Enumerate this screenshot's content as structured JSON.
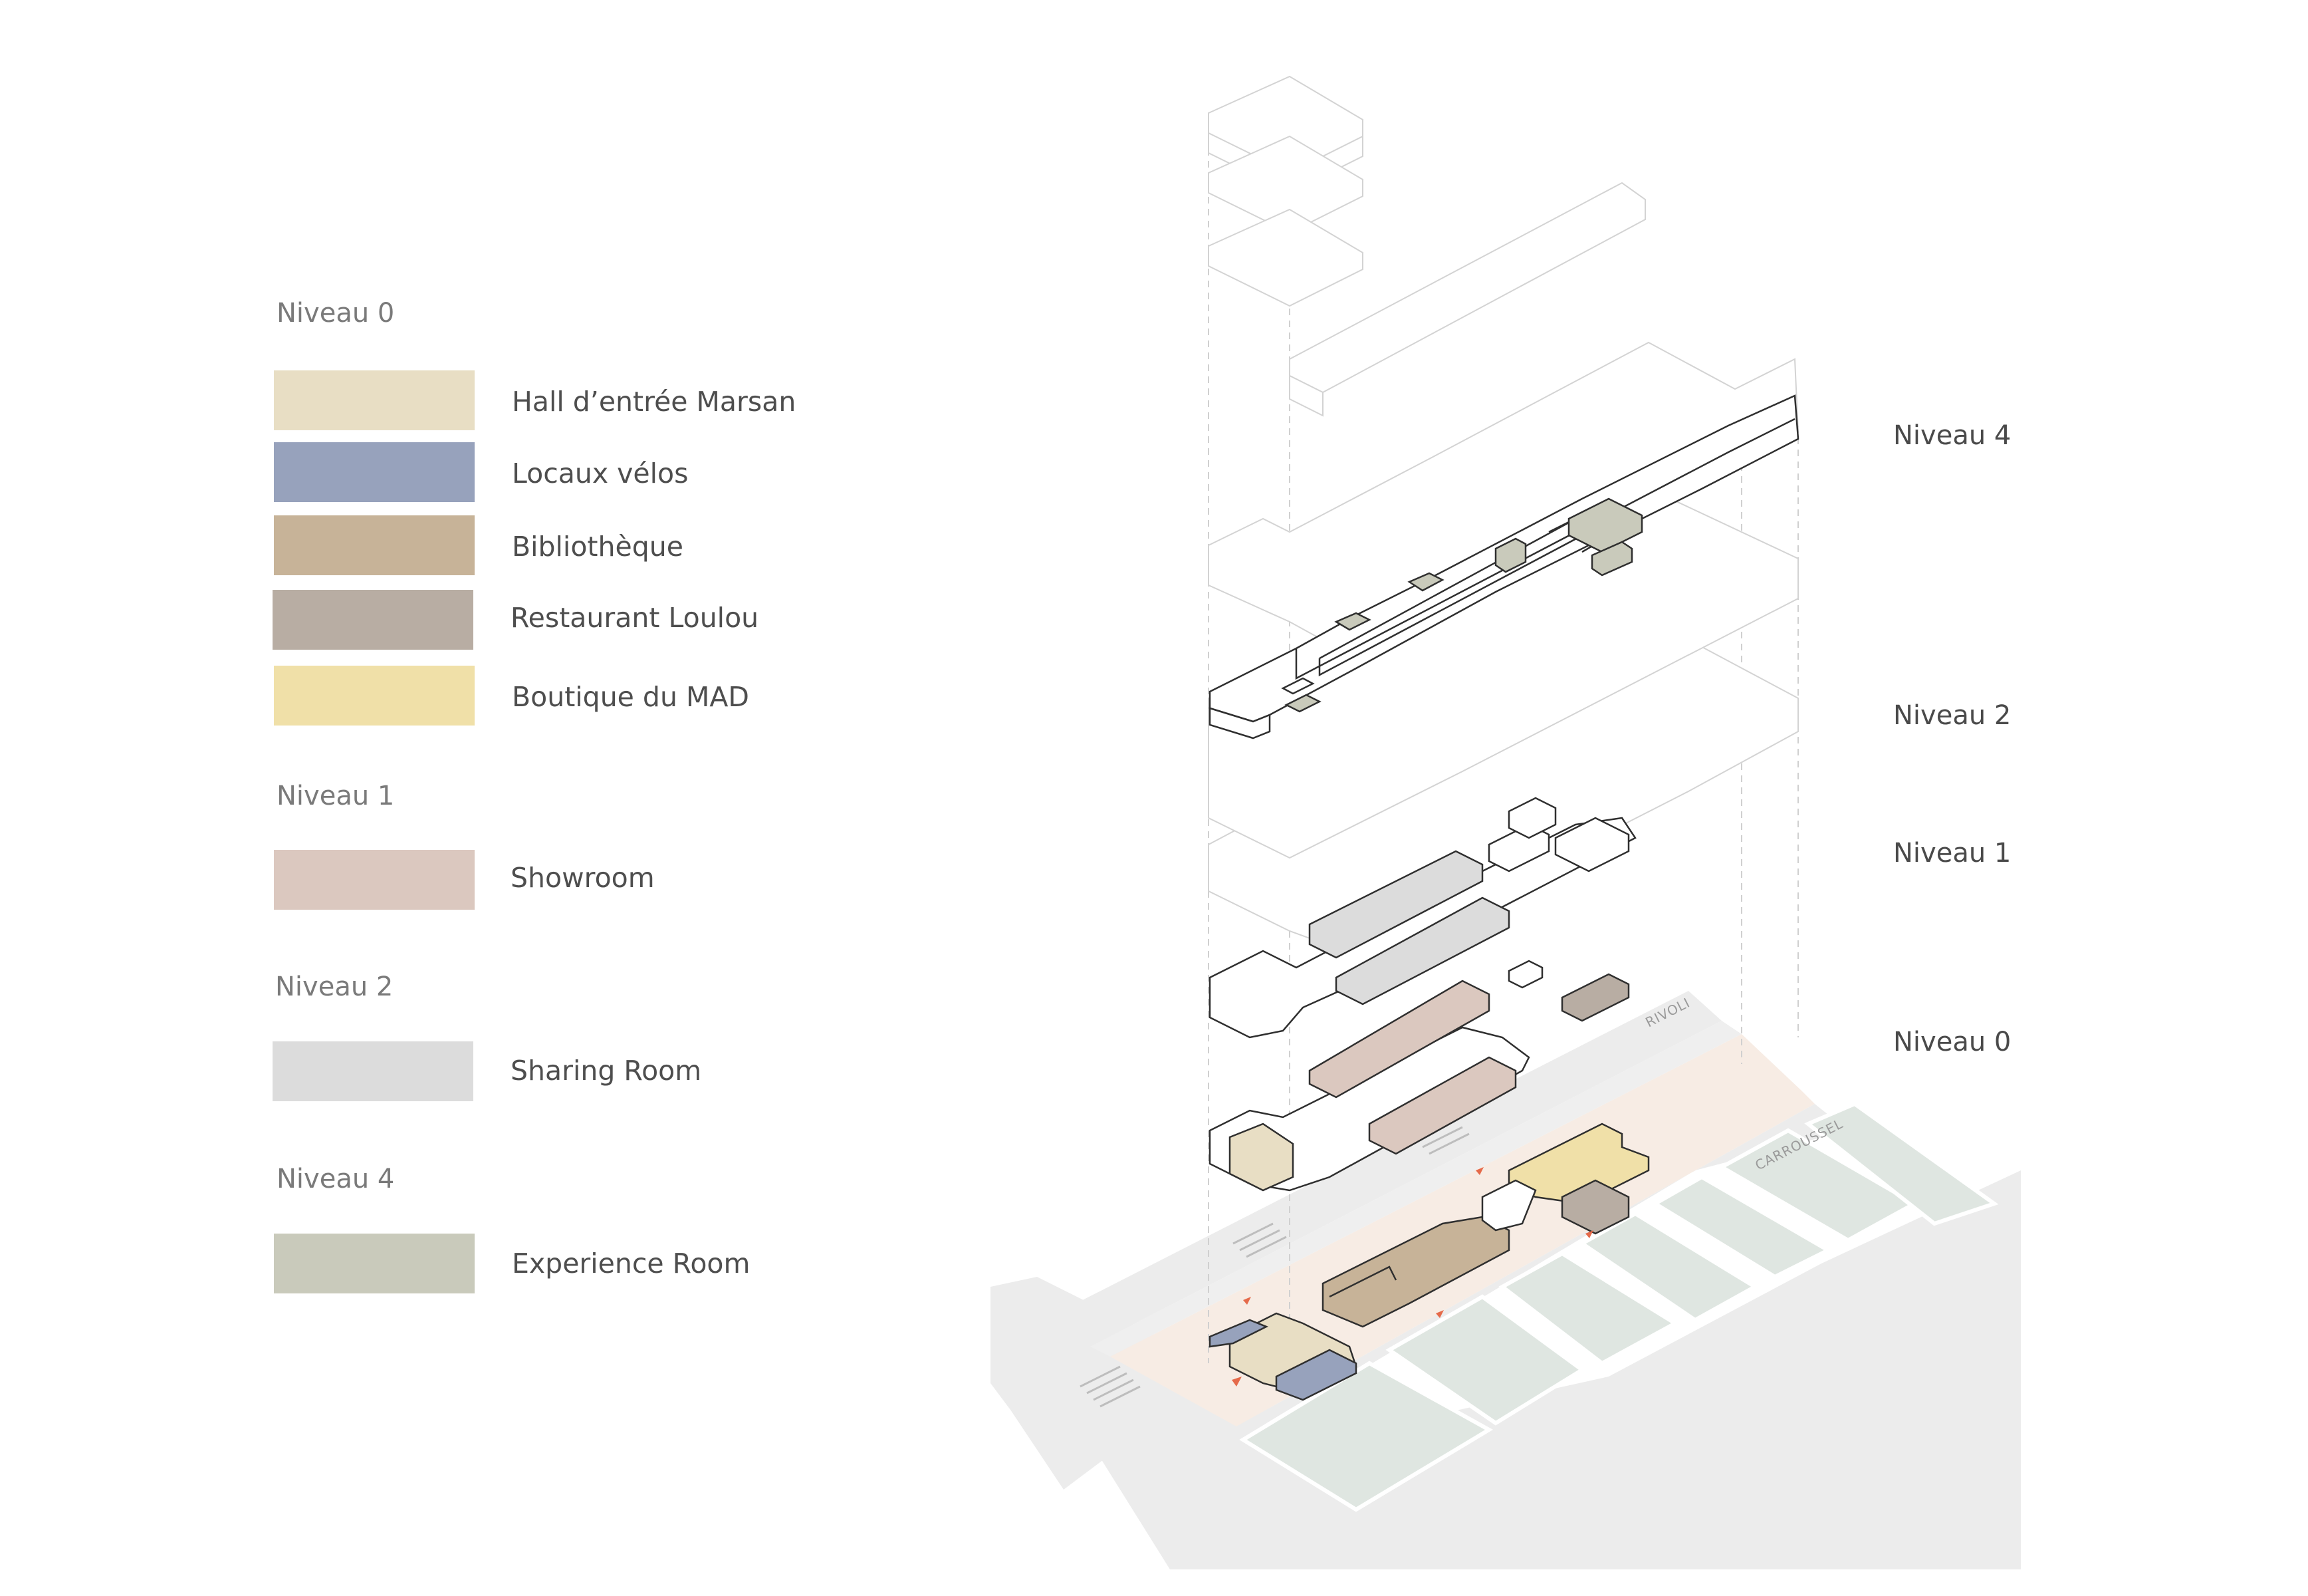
{
  "legend": {
    "groups": [
      {
        "title": "Niveau 0",
        "items": [
          {
            "label": "Hall d’entrée Marsan",
            "color": "#e8dec4"
          },
          {
            "label": "Locaux vélos",
            "color": "#97a2bc"
          },
          {
            "label": "Bibliothèque",
            "color": "#c7b398"
          },
          {
            "label": "Restaurant Loulou",
            "color": "#b8ada3"
          },
          {
            "label": "Boutique du MAD",
            "color": "#f0e0a8"
          }
        ]
      },
      {
        "title": "Niveau 1",
        "items": [
          {
            "label": "Showroom",
            "color": "#dbc8bf"
          }
        ]
      },
      {
        "title": "Niveau 2",
        "items": [
          {
            "label": "Sharing Room",
            "color": "#dcdcdc"
          }
        ]
      },
      {
        "title": "Niveau 4",
        "items": [
          {
            "label": "Experience Room",
            "color": "#c9cabb"
          }
        ]
      }
    ]
  },
  "levels": {
    "niveau_4": "Niveau 4",
    "niveau_2": "Niveau 2",
    "niveau_1": "Niveau 1",
    "niveau_0": "Niveau 0"
  },
  "streets": {
    "rivoli": "RIVOLI",
    "carroussel": "CARROUSSEL"
  },
  "colors": {
    "ground_road": "#ececec",
    "ground_plaza": "#f7ece4",
    "garden": "#dfe6e1",
    "outline": "#2f2f2f",
    "ghost_outline": "#d0d0d0",
    "arrow": "#e56a4a"
  }
}
